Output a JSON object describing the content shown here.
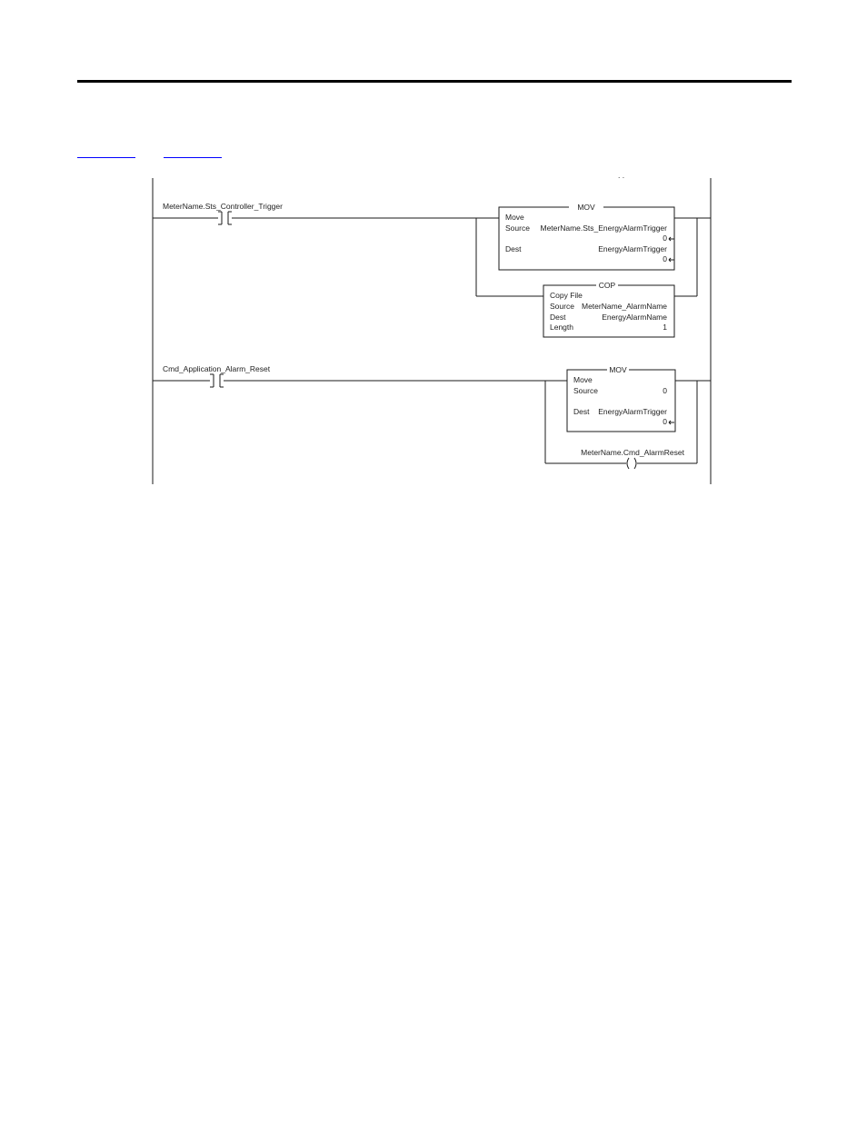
{
  "page": {
    "header_rule": true,
    "links": [
      "",
      ""
    ],
    "link_color": "#0000ff"
  },
  "rung1": {
    "contact_tag": "MeterName.Sts_Controller_Trigger",
    "mov": {
      "title": "MOV",
      "desc": "Move",
      "source_label": "Source",
      "source_value": "MeterName.Sts_EnergyAlarmTrigger",
      "source_live": "0",
      "dest_label": "Dest",
      "dest_value": "EnergyAlarmTrigger",
      "dest_live": "0"
    },
    "cop": {
      "title": "COP",
      "desc": "Copy File",
      "source_label": "Source",
      "source_value": "MeterName_AlarmName",
      "dest_label": "Dest",
      "dest_value": "EnergyAlarmName",
      "length_label": "Length",
      "length_value": "1"
    }
  },
  "rung2": {
    "contact_tag": "Cmd_Application_Alarm_Reset",
    "mov": {
      "title": "MOV",
      "desc": "Move",
      "source_label": "Source",
      "source_value": "0",
      "dest_label": "Dest",
      "dest_value": "EnergyAlarmTrigger",
      "dest_live": "0"
    },
    "coil_tag": "MeterName.Cmd_AlarmReset"
  }
}
